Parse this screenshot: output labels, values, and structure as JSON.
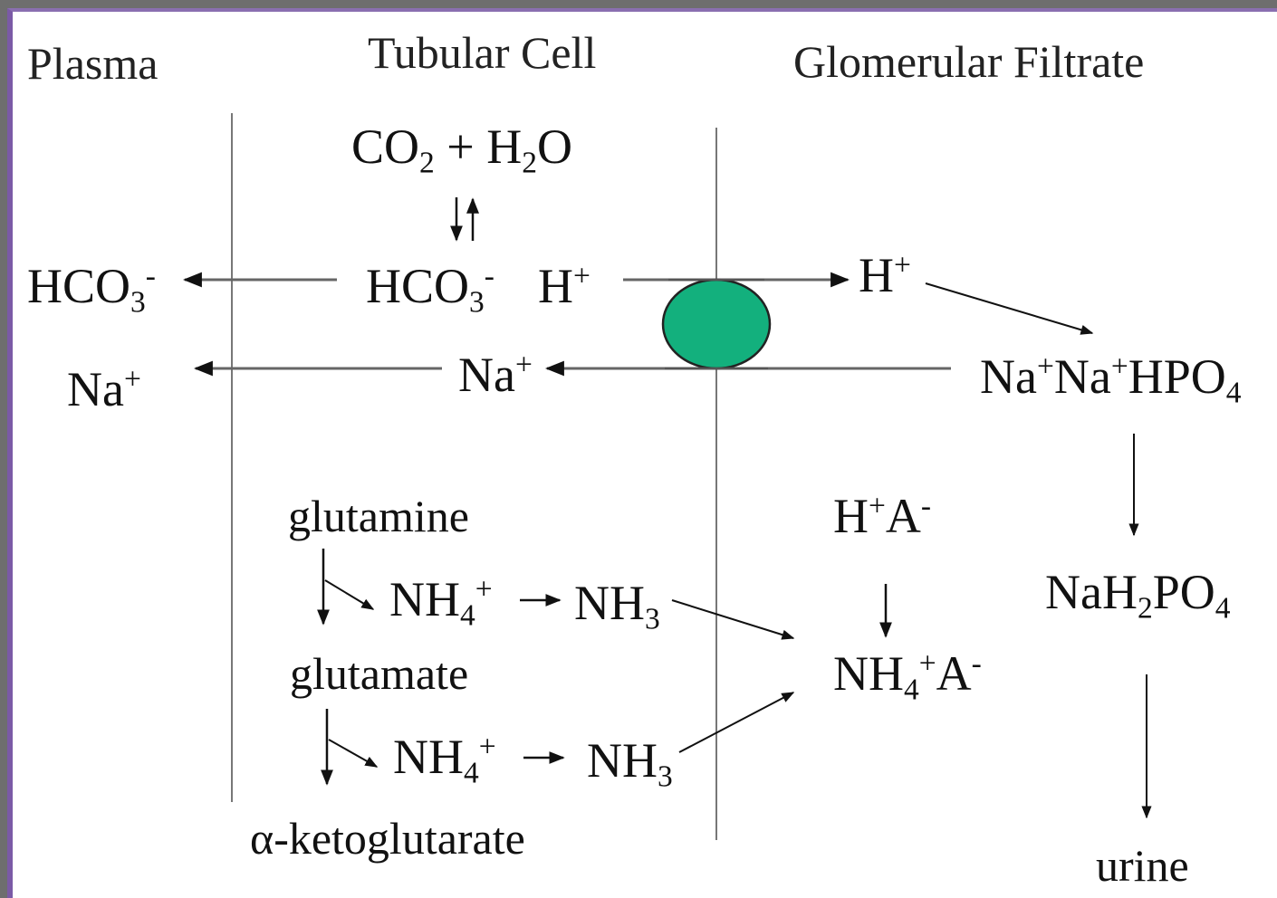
{
  "headers": {
    "plasma": "Plasma",
    "tubular_cell": "Tubular Cell",
    "glomerular_filtrate": "Glomerular Filtrate"
  },
  "species": {
    "co2": {
      "base": "CO",
      "sub": "2"
    },
    "plus": "+",
    "h2o": {
      "h": "H",
      "sub": "2",
      "o": "O"
    },
    "hco3_plasma": {
      "base": "HCO",
      "sub": "3",
      "sup": "-"
    },
    "na_plasma": {
      "base": "Na",
      "sup": "+"
    },
    "hco3_cell": {
      "base": "HCO",
      "sub": "3",
      "sup": "-"
    },
    "h_cell": {
      "base": "H",
      "sup": "+"
    },
    "na_cell": {
      "base": "Na",
      "sup": "+"
    },
    "h_filtrate": {
      "base": "H",
      "sup": "+"
    },
    "na2hpo4": {
      "na1": "Na",
      "sup1": "+",
      "na2": "Na",
      "sup2": "+",
      "hpo": "HPO",
      "sub": "4"
    },
    "nah2po4": {
      "nah": "NaH",
      "sub1": "2",
      "po": "PO",
      "sub2": "4"
    },
    "ha": {
      "h": "H",
      "sup1": "+",
      "a": "A",
      "sup2": "-"
    },
    "nh4a": {
      "nh": "NH",
      "sub": "4",
      "sup1": "+",
      "a": "A",
      "sup2": "-"
    },
    "nh4_1": {
      "nh": "NH",
      "sub": "4",
      "sup": "+"
    },
    "nh3_1": {
      "nh": "NH",
      "sub": "3"
    },
    "nh4_2": {
      "nh": "NH",
      "sub": "4",
      "sup": "+"
    },
    "nh3_2": {
      "nh": "NH",
      "sub": "3"
    }
  },
  "words": {
    "glutamine": "glutamine",
    "glutamate": "glutamate",
    "alpha_ketoglutarate": "α-ketoglutarate",
    "urine": "urine"
  },
  "colors": {
    "transporter": "#13b07d",
    "frame_border": "#7b5aa6",
    "line": "#555555"
  }
}
